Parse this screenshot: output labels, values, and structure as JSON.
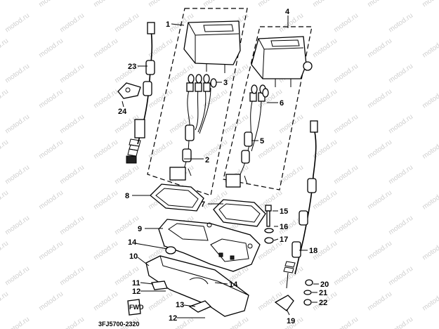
{
  "diagram": {
    "part_labels": [
      "1",
      "2",
      "3",
      "4",
      "5",
      "6",
      "7",
      "8",
      "9",
      "10",
      "11",
      "12",
      "12",
      "13",
      "14",
      "14",
      "15",
      "16",
      "17",
      "18",
      "19",
      "20",
      "21",
      "22",
      "23",
      "24"
    ],
    "drawing_code": "3FJ5700-2320",
    "watermark": "motod.ru"
  }
}
